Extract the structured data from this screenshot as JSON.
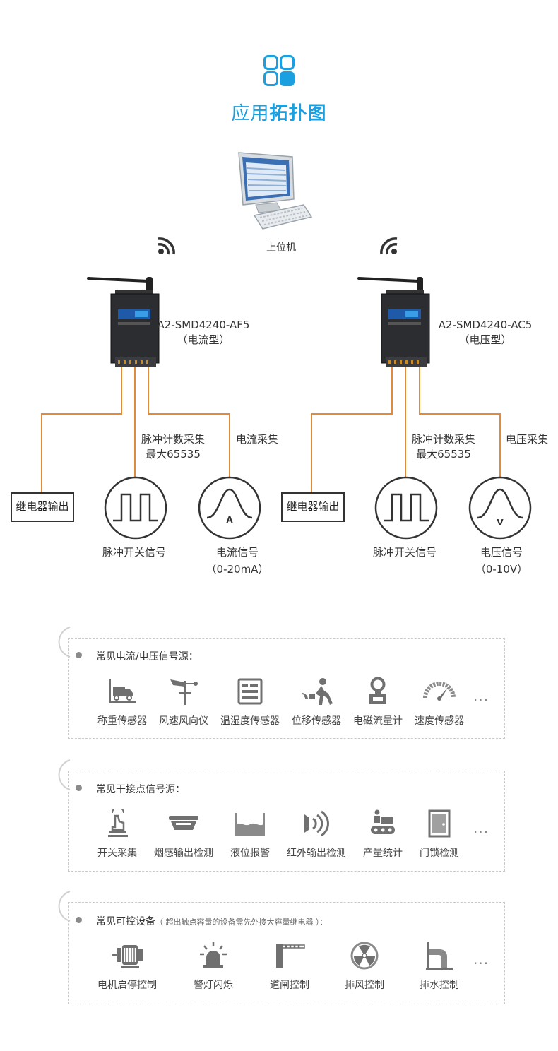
{
  "header": {
    "title_light": "应用",
    "title_bold": "拓扑图",
    "icon": "grid-tiles-icon",
    "accent_color": "#1aa0e0"
  },
  "topology": {
    "host_label": "上位机",
    "wire_color": "#e08a3c",
    "devices": [
      {
        "model": "A2-SMD4240-AF5",
        "type": "（电流型）",
        "relay_label": "继电器输出",
        "pulse_caption_line1": "脉冲计数采集",
        "pulse_caption_line2": "最大65535",
        "analog_caption": "电流采集",
        "pulse_signal_label": "脉冲开关信号",
        "analog_signal_label": "电流信号",
        "analog_signal_range": "（0-20mA）",
        "analog_letter": "A"
      },
      {
        "model": "A2-SMD4240-AC5",
        "type": "（电压型）",
        "relay_label": "继电器输出",
        "pulse_caption_line1": "脉冲计数采集",
        "pulse_caption_line2": "最大65535",
        "analog_caption": "电压采集",
        "pulse_signal_label": "脉冲开关信号",
        "analog_signal_label": "电压信号",
        "analog_signal_range": "（0-10V）",
        "analog_letter": "V"
      }
    ]
  },
  "sections": [
    {
      "heading": "常见电流/电压信号源：",
      "note": "",
      "items": [
        {
          "label": "称重传感器",
          "icon": "weighing-truck-icon"
        },
        {
          "label": "风速风向仪",
          "icon": "anemometer-icon"
        },
        {
          "label": "温湿度传感器",
          "icon": "thermo-hygrometer-icon"
        },
        {
          "label": "位移传感器",
          "icon": "displacement-icon"
        },
        {
          "label": "电磁流量计",
          "icon": "flowmeter-icon"
        },
        {
          "label": "速度传感器",
          "icon": "speed-gauge-icon"
        }
      ],
      "more": "..."
    },
    {
      "heading": "常见干接点信号源：",
      "note": "",
      "items": [
        {
          "label": "开关采集",
          "icon": "push-switch-icon"
        },
        {
          "label": "烟感输出检测",
          "icon": "smoke-detector-icon"
        },
        {
          "label": "液位报警",
          "icon": "liquid-level-icon"
        },
        {
          "label": "红外输出检测",
          "icon": "infrared-icon"
        },
        {
          "label": "产量统计",
          "icon": "production-count-icon"
        },
        {
          "label": "门锁检测",
          "icon": "door-lock-icon"
        }
      ],
      "more": "..."
    },
    {
      "heading": "常见可控设备",
      "note": "（ 超出触点容量的设备需先外接大容量继电器 ）：",
      "items": [
        {
          "label": "电机启停控制",
          "icon": "motor-icon"
        },
        {
          "label": "警灯闪烁",
          "icon": "warning-light-icon"
        },
        {
          "label": "道闸控制",
          "icon": "barrier-gate-icon"
        },
        {
          "label": "排风控制",
          "icon": "exhaust-fan-icon"
        },
        {
          "label": "排水控制",
          "icon": "drain-icon"
        }
      ],
      "more": "..."
    }
  ]
}
